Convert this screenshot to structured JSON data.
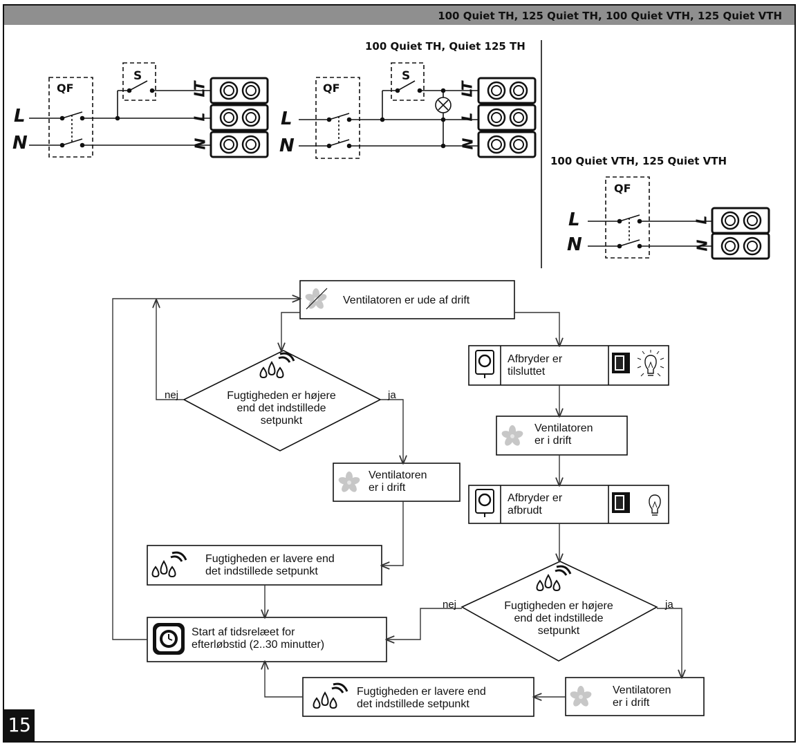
{
  "header": {
    "title": "100 Quiet TH, 125 Quiet TH, 100 Quiet VTH, 125 Quiet VTH"
  },
  "page_number": "15",
  "wiring": {
    "th_title": "100 Quiet TH, Quiet 125 TH",
    "vth_title": "100 Quiet VTH, 125 Quiet VTH",
    "breaker_label": "QF",
    "switch_label": "S",
    "line_label": "L",
    "neutral_label": "N",
    "terminal_lt": "LT",
    "terminal_l": "L",
    "terminal_n": "N"
  },
  "flowchart": {
    "fan_off": "Ventilatoren er ude af drift",
    "switch_on": [
      "Afbryder er",
      "tilsluttet"
    ],
    "fan_on": [
      "Ventilatoren",
      "er i drift"
    ],
    "switch_off": [
      "Afbryder er",
      "afbrudt"
    ],
    "humidity_higher": [
      "Fugtigheden er højere",
      "end det indstillede",
      "setpunkt"
    ],
    "humidity_lower": [
      "Fugtigheden er lavere end",
      "det indstillede setpunkt"
    ],
    "timer_start": [
      "Start af tidsrelæet for",
      "efterløbstid (2..30 minutter)"
    ],
    "yes": "ja",
    "no": "nej"
  }
}
